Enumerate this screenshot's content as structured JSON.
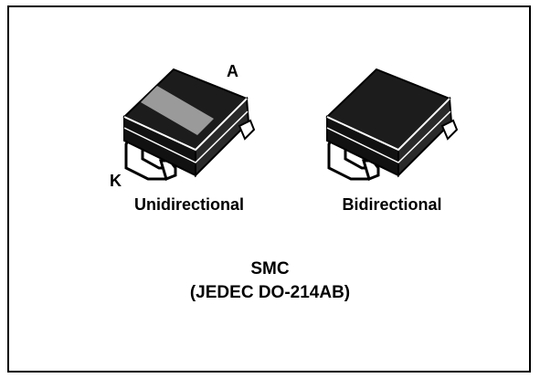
{
  "figure": {
    "packages": [
      {
        "label": "Unidirectional",
        "anode_label": "A",
        "cathode_label": "K",
        "has_cathode_band": true
      },
      {
        "label": "Bidirectional",
        "has_cathode_band": false
      }
    ],
    "package_name": "SMC",
    "standard": "(JEDEC DO-214AB)"
  },
  "colors": {
    "body": "#1a1a1a",
    "band": "#9a9a9a",
    "outline": "#000000",
    "background": "#ffffff"
  }
}
